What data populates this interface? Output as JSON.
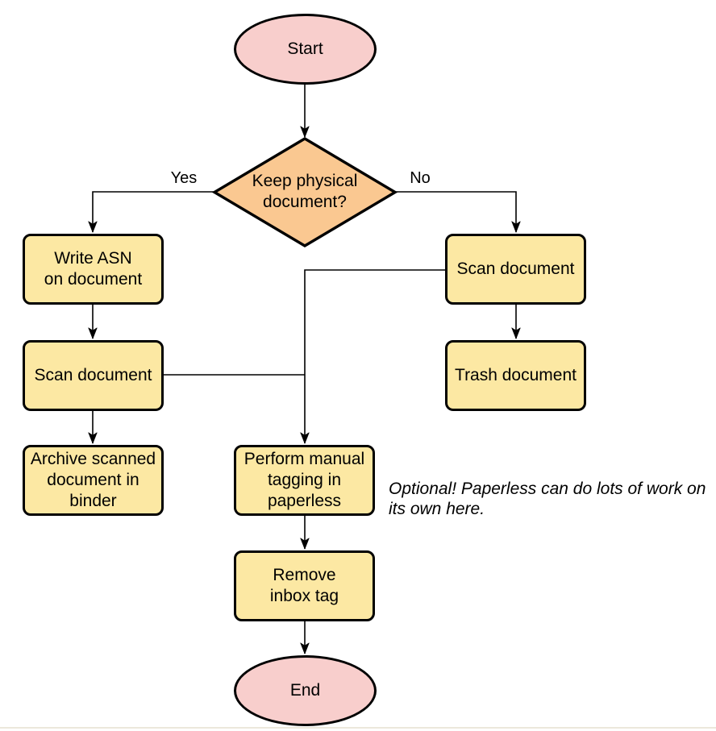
{
  "colors": {
    "terminal_fill": "#F8CECC",
    "decision_fill": "#FAC891",
    "process_fill": "#FCE8A3",
    "stroke": "#000000",
    "page_bottom_border": "#ECE8DB"
  },
  "nodes": {
    "start": {
      "label": "Start"
    },
    "decision": {
      "label": "Keep physical\ndocument?"
    },
    "write_asn": {
      "label": "Write ASN\non document"
    },
    "scan_left": {
      "label": "Scan document"
    },
    "archive": {
      "label": "Archive scanned\ndocument in\nbinder"
    },
    "scan_right": {
      "label": "Scan document"
    },
    "trash": {
      "label": "Trash document"
    },
    "tagging": {
      "label": "Perform manual\ntagging in\npaperless"
    },
    "remove_inbox": {
      "label": "Remove\ninbox tag"
    },
    "end": {
      "label": "End"
    }
  },
  "edge_labels": {
    "yes": "Yes",
    "no": "No"
  },
  "annotation": {
    "text": "Optional! Paperless can do lots of work on\nits own here."
  }
}
